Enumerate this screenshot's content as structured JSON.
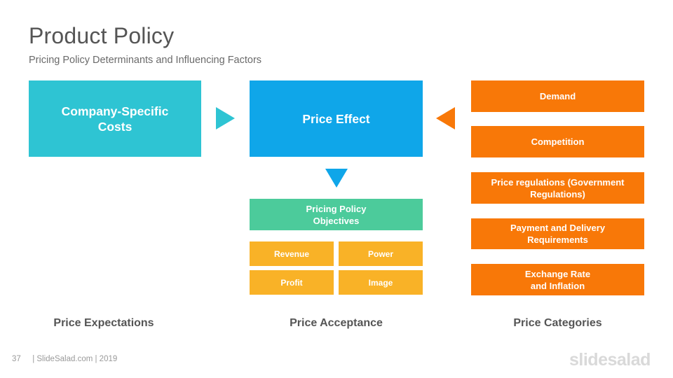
{
  "header": {
    "title": "Product Policy",
    "subtitle": "Pricing Policy Determinants and Influencing Factors"
  },
  "diagram": {
    "company_costs": "Company-Specific Costs",
    "price_effect": "Price Effect",
    "pricing_objectives": "Pricing Policy Objectives",
    "objectives": [
      "Revenue",
      "Power",
      "Profit",
      "Image"
    ],
    "categories": [
      "Demand",
      "Competition",
      "Price regulations (Government Regulations)",
      "Payment and Delivery Requirements",
      "Exchange Rate and Inflation"
    ],
    "column_labels": [
      "Price Expectations",
      "Price Acceptance",
      "Price Categories"
    ]
  },
  "colors": {
    "teal": "#2ec4d3",
    "blue": "#0fa6e9",
    "green": "#4ccb9b",
    "yellow": "#f9b227",
    "orange": "#f87808"
  },
  "footer": {
    "page_number": "37",
    "source": "| SlideSalad.com | 2019",
    "logo": "slidesalad"
  }
}
